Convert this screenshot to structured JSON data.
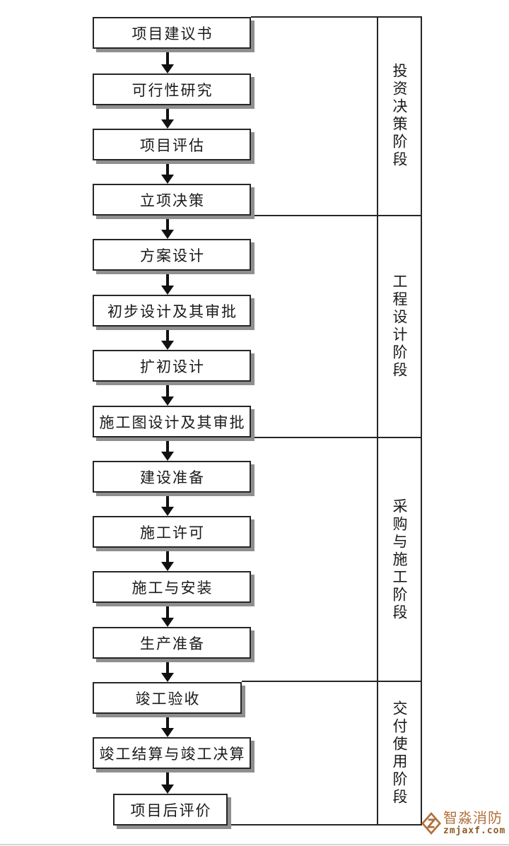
{
  "flowchart": {
    "nodes": [
      {
        "label": "项目建议书"
      },
      {
        "label": "可行性研究"
      },
      {
        "label": "项目评估"
      },
      {
        "label": "立项决策"
      },
      {
        "label": "方案设计"
      },
      {
        "label": "初步设计及其审批"
      },
      {
        "label": "扩初设计"
      },
      {
        "label": "施工图设计及其审批"
      },
      {
        "label": "建设准备"
      },
      {
        "label": "施工许可"
      },
      {
        "label": "施工与安装"
      },
      {
        "label": "生产准备"
      },
      {
        "label": "竣工验收"
      },
      {
        "label": "竣工结算与竣工决算"
      },
      {
        "label": "项目后评价"
      }
    ],
    "phases": [
      {
        "label": "投资决策阶段"
      },
      {
        "label": "工程设计阶段"
      },
      {
        "label": "采购与施工阶段"
      },
      {
        "label": "交付使用阶段"
      }
    ]
  },
  "watermark": {
    "brand": "智淼消防",
    "url": "zmjaxf.com"
  },
  "colors": {
    "line": "#262626",
    "box_border": "#262626",
    "box_shadow": "#8f8f8f",
    "arrow": "#111111",
    "brand": "#b0703a",
    "brand_url": "#8d5c26",
    "background": "#ffffff"
  },
  "icons": {
    "logo": "diamond-z-icon"
  }
}
